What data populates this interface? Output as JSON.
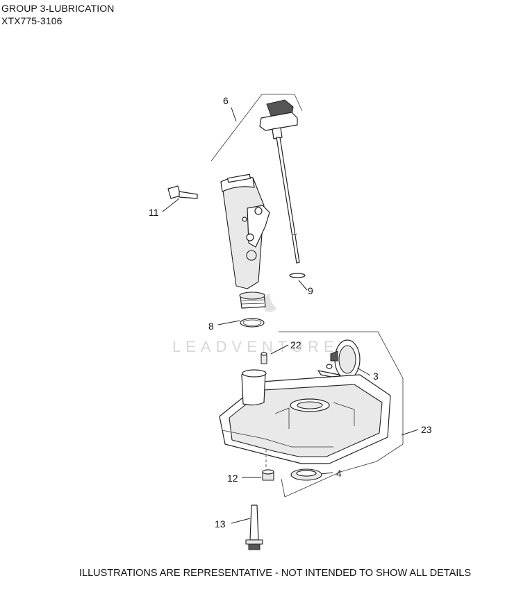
{
  "header": {
    "title": "GROUP 3-LUBRICATION",
    "model": "XTX775-3106"
  },
  "watermark": "LEADVENTURE",
  "callouts": [
    {
      "id": "6",
      "label": "6"
    },
    {
      "id": "11",
      "label": "11"
    },
    {
      "id": "9",
      "label": "9"
    },
    {
      "id": "8",
      "label": "8"
    },
    {
      "id": "22",
      "label": "22"
    },
    {
      "id": "3",
      "label": "3"
    },
    {
      "id": "23",
      "label": "23"
    },
    {
      "id": "12",
      "label": "12"
    },
    {
      "id": "4",
      "label": "4"
    },
    {
      "id": "13",
      "label": "13"
    }
  ],
  "footer": "ILLUSTRATIONS ARE REPRESENTATIVE - NOT INTENDED TO SHOW ALL DETAILS"
}
